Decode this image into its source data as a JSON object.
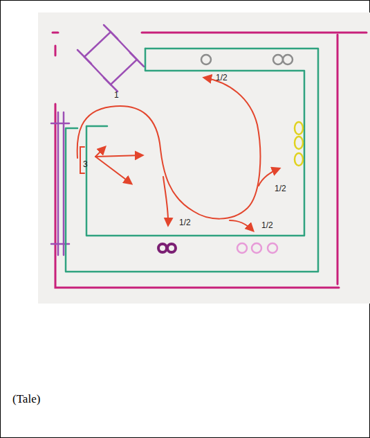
{
  "diagram": {
    "caption": "(Tale)",
    "labels": [
      "1",
      "3",
      "1/2",
      "1/2",
      "1/2",
      "1/2"
    ]
  }
}
